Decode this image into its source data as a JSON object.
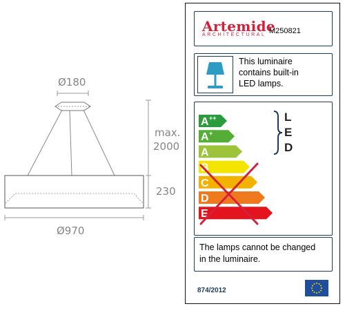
{
  "drawing": {
    "top_diameter": "Ø180",
    "max_label": "max.",
    "height_value": "2000",
    "depth_value": "230",
    "bottom_diameter": "Ø970"
  },
  "energy_label": {
    "brand": "Artemide",
    "brand_sub": "ARCHITECTURAL",
    "model": "M250821",
    "info_lines": [
      "This luminaire",
      "contains built-in",
      "LED lamps."
    ],
    "scale": [
      {
        "grade": "A",
        "sup": "++",
        "color": "#2b9c3e",
        "crossed": false
      },
      {
        "grade": "A",
        "sup": "+",
        "color": "#54ae35",
        "crossed": false
      },
      {
        "grade": "A",
        "sup": "",
        "color": "#9bc43a",
        "crossed": false
      },
      {
        "grade": "B",
        "sup": "",
        "color": "#f3e500",
        "crossed": true
      },
      {
        "grade": "C",
        "sup": "",
        "color": "#f4b200",
        "crossed": true
      },
      {
        "grade": "D",
        "sup": "",
        "color": "#ef7a1d",
        "crossed": true
      },
      {
        "grade": "E",
        "sup": "",
        "color": "#e3141e",
        "crossed": true
      }
    ],
    "led_letters": [
      "L",
      "E",
      "D"
    ],
    "bottom_lines": [
      "The lamps cannot be changed",
      "in the luminaire."
    ],
    "regulation": "874/2012",
    "accent_color": "#1c3a5e",
    "cross_color": "#d4203a",
    "eu_flag_icon": "eu-flag-icon",
    "lamp_icon": "table-lamp-icon"
  }
}
